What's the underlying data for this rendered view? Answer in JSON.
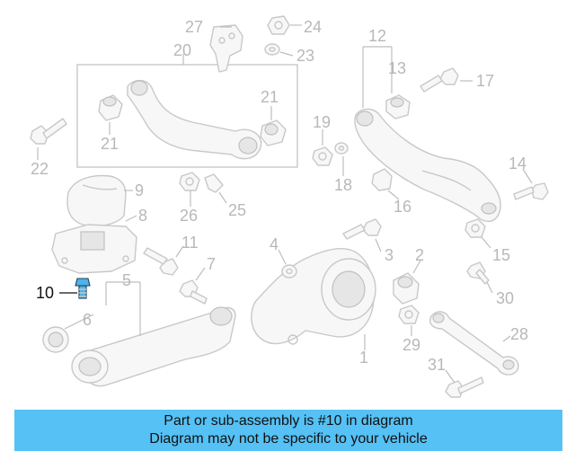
{
  "diagram": {
    "highlight_color": "#4fb3e8",
    "highlighted_callout": "10",
    "callouts": [
      {
        "id": "c1",
        "text": "1"
      },
      {
        "id": "c2",
        "text": "2"
      },
      {
        "id": "c3",
        "text": "3"
      },
      {
        "id": "c4",
        "text": "4"
      },
      {
        "id": "c5",
        "text": "5"
      },
      {
        "id": "c6",
        "text": "6"
      },
      {
        "id": "c7",
        "text": "7"
      },
      {
        "id": "c8",
        "text": "8"
      },
      {
        "id": "c9",
        "text": "9"
      },
      {
        "id": "c10",
        "text": "10"
      },
      {
        "id": "c11",
        "text": "11"
      },
      {
        "id": "c12",
        "text": "12"
      },
      {
        "id": "c13",
        "text": "13"
      },
      {
        "id": "c14",
        "text": "14"
      },
      {
        "id": "c15",
        "text": "15"
      },
      {
        "id": "c16",
        "text": "16"
      },
      {
        "id": "c17",
        "text": "17"
      },
      {
        "id": "c18",
        "text": "18"
      },
      {
        "id": "c19",
        "text": "19"
      },
      {
        "id": "c20",
        "text": "20"
      },
      {
        "id": "c21a",
        "text": "21"
      },
      {
        "id": "c21b",
        "text": "21"
      },
      {
        "id": "c22",
        "text": "22"
      },
      {
        "id": "c23",
        "text": "23"
      },
      {
        "id": "c24",
        "text": "24"
      },
      {
        "id": "c25",
        "text": "25"
      },
      {
        "id": "c26",
        "text": "26"
      },
      {
        "id": "c27",
        "text": "27"
      },
      {
        "id": "c28",
        "text": "28"
      },
      {
        "id": "c29",
        "text": "29"
      },
      {
        "id": "c30",
        "text": "30"
      },
      {
        "id": "c31",
        "text": "31"
      }
    ]
  },
  "banner": {
    "line1": "Part or sub-assembly is #10 in diagram",
    "line2": "Diagram may not be specific to your vehicle",
    "background": "#55c1f5"
  }
}
